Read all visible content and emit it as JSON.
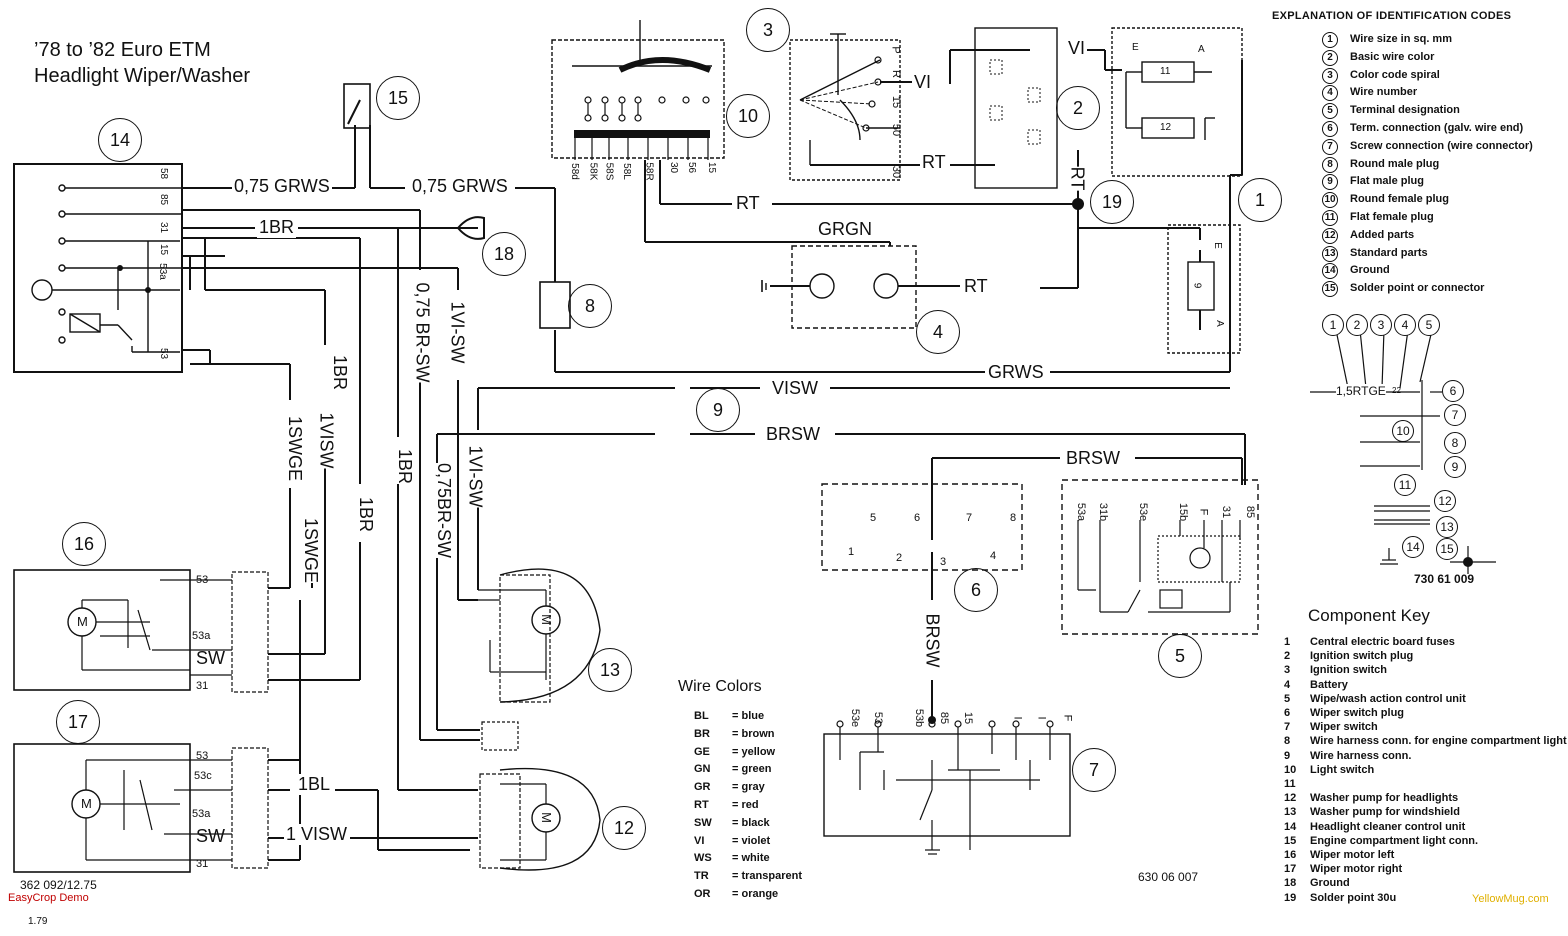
{
  "title_line1": "’78 to ’82 Euro ETM",
  "title_line2": "Headlight Wiper/Washer",
  "explanation": {
    "heading": "EXPLANATION OF IDENTIFICATION CODES",
    "items": [
      {
        "n": "1",
        "label": "Wire size in sq. mm"
      },
      {
        "n": "2",
        "label": "Basic wire color"
      },
      {
        "n": "3",
        "label": "Color code spiral"
      },
      {
        "n": "4",
        "label": "Wire number"
      },
      {
        "n": "5",
        "label": "Terminal designation"
      },
      {
        "n": "6",
        "label": "Term. connection (galv. wire end)"
      },
      {
        "n": "7",
        "label": "Screw connection (wire connector)"
      },
      {
        "n": "8",
        "label": "Round male plug"
      },
      {
        "n": "9",
        "label": "Flat male plug"
      },
      {
        "n": "10",
        "label": "Round female plug"
      },
      {
        "n": "11",
        "label": "Flat female plug"
      },
      {
        "n": "12",
        "label": "Added parts"
      },
      {
        "n": "13",
        "label": "Standard parts"
      },
      {
        "n": "14",
        "label": "Ground"
      },
      {
        "n": "15",
        "label": "Solder point or connector"
      }
    ],
    "example_wire": "1,5RTGE",
    "example_wire_num": "22",
    "example_code": "730  61  009"
  },
  "component_key": {
    "heading": "Component Key",
    "items": [
      {
        "n": "1",
        "label": "Central electric board fuses"
      },
      {
        "n": "2",
        "label": "Ignition switch plug"
      },
      {
        "n": "3",
        "label": "Ignition switch"
      },
      {
        "n": "4",
        "label": "Battery"
      },
      {
        "n": "5",
        "label": "Wipe/wash action control unit"
      },
      {
        "n": "6",
        "label": "Wiper switch plug"
      },
      {
        "n": "7",
        "label": "Wiper switch"
      },
      {
        "n": "8",
        "label": "Wire harness conn. for engine compartment light"
      },
      {
        "n": "9",
        "label": "Wire harness conn."
      },
      {
        "n": "10",
        "label": "Light switch"
      },
      {
        "n": "11",
        "label": ""
      },
      {
        "n": "12",
        "label": "Washer pump for headlights"
      },
      {
        "n": "13",
        "label": "Washer pump for windshield"
      },
      {
        "n": "14",
        "label": "Headlight cleaner control unit"
      },
      {
        "n": "15",
        "label": "Engine compartment light conn."
      },
      {
        "n": "16",
        "label": "Wiper motor left"
      },
      {
        "n": "17",
        "label": "Wiper motor right"
      },
      {
        "n": "18",
        "label": "Ground"
      },
      {
        "n": "19",
        "label": "Solder point 30u"
      }
    ]
  },
  "wire_colors": {
    "heading": "Wire Colors",
    "items": [
      {
        "code": "BL",
        "label": "blue"
      },
      {
        "code": "BR",
        "label": "brown"
      },
      {
        "code": "GE",
        "label": "yellow"
      },
      {
        "code": "GN",
        "label": "green"
      },
      {
        "code": "GR",
        "label": "gray"
      },
      {
        "code": "RT",
        "label": "red"
      },
      {
        "code": "SW",
        "label": "black"
      },
      {
        "code": "VI",
        "label": "violet"
      },
      {
        "code": "WS",
        "label": "white"
      },
      {
        "code": "TR",
        "label": "transparent"
      },
      {
        "code": "OR",
        "label": "orange"
      }
    ]
  },
  "wire_labels": {
    "grws_a": "0,75 GRWS",
    "grws_b": "0,75 GRWS",
    "br_1": "1BR",
    "rt_top": "RT",
    "rt_mid": "RT",
    "rt_batt": "RT",
    "rt_vert": "RT",
    "grgn": "GRGN",
    "vi_a": "VI",
    "vi_b": "VI",
    "grws_long": "GRWS",
    "visw": "VISW",
    "brsw_a": "BRSW",
    "brsw_b": "BRSW",
    "brsw_vert": "BRSW",
    "v_075brsw_a": "0,75 BR-SW",
    "v_1visw_a": "1VI-SW",
    "v_1br_a": "1BR",
    "v_1br_b": "1BR",
    "v_1br_c": "1BR",
    "v_1swge_a": "1SWGE",
    "v_1swge_b": "1SWGE",
    "v_1visw_b": "1VISW",
    "v_075brsw_b": "0,75BR-SW",
    "v_1visw_c": "1VI-SW",
    "bl_1": "1BL",
    "visw_1": "1 VISW"
  },
  "terminals": {
    "c14": [
      "58",
      "85",
      "31",
      "15",
      "53a",
      "53"
    ],
    "c10": [
      "58d",
      "58K",
      "58S",
      "58L",
      "58R",
      "30",
      "56",
      "15"
    ],
    "c3": [
      "P",
      "R",
      "15",
      "50",
      "30"
    ],
    "c5": [
      "53a",
      "31b",
      "53e",
      "15b",
      "F",
      "31",
      "85"
    ],
    "c7": [
      "53e",
      "53",
      "53b",
      "85",
      "15",
      "I",
      "I",
      "F"
    ],
    "c16": [
      "53",
      "53a",
      "SW",
      "31"
    ],
    "c17": [
      "53",
      "53c",
      "53a",
      "SW",
      "31"
    ],
    "c6_pins": [
      "5",
      "6",
      "7",
      "8",
      "1",
      "2",
      "3",
      "4"
    ],
    "c1_pins": [
      "E",
      "A",
      "11",
      "12"
    ],
    "c1_fuse": [
      "E",
      "9",
      "A"
    ],
    "motor_m": "M"
  },
  "callouts": [
    "1",
    "2",
    "3",
    "4",
    "5",
    "6",
    "7",
    "8",
    "9",
    "10",
    "12",
    "13",
    "14",
    "15",
    "16",
    "17",
    "18",
    "19"
  ],
  "footer": {
    "part_left": "362 092/12.75",
    "easycrop": "EasyCrop Demo",
    "page": "1.79",
    "part_right": "630  06  007",
    "watermark": "YellowMug.com"
  }
}
